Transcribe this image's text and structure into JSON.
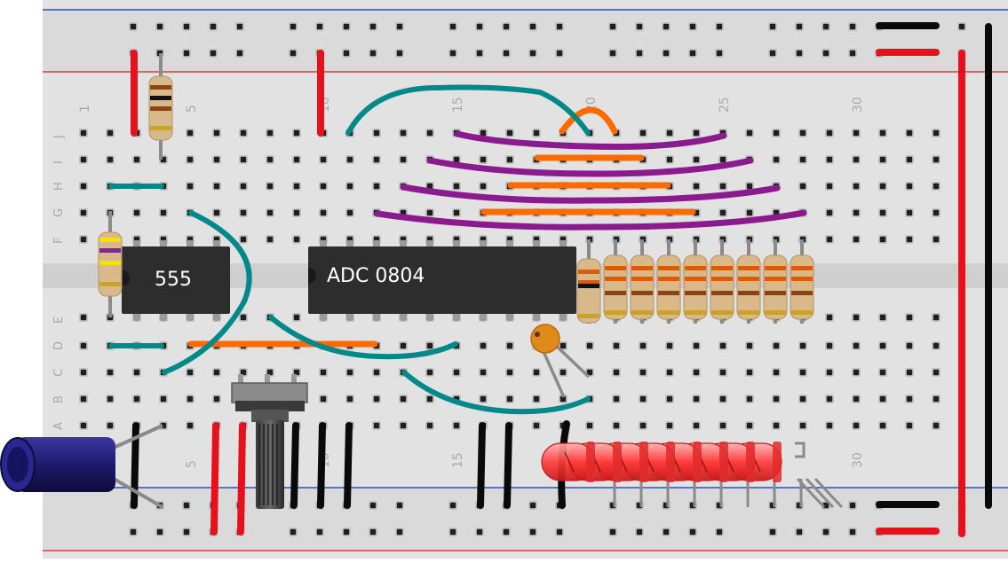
{
  "breadboard": {
    "column_labels": [
      "1",
      "5",
      "10",
      "15",
      "20",
      "25",
      "30"
    ],
    "row_labels_top": [
      "J",
      "I",
      "H",
      "G",
      "F"
    ],
    "row_labels_bottom": [
      "E",
      "D",
      "C",
      "B",
      "A"
    ]
  },
  "chips": {
    "timer_label": "555",
    "adc_label": "ADC 0804"
  },
  "colors": {
    "board": "#e0e0e0",
    "hole": "#1f1f1f",
    "rail_red": "#e53935",
    "rail_blue": "#1e4fd8",
    "wire_red": "#e8101a",
    "wire_black": "#0a0a0a",
    "wire_teal": "#00898a",
    "wire_purple": "#8a1a8e",
    "wire_orange": "#ff6a00",
    "chip": "#2d2d2d",
    "resistor_body": "#d9b98a",
    "led": "#ff3b3b",
    "capacitor": "#1e1b6e",
    "ceramic_cap": "#e08a1a"
  },
  "components": {
    "chips": 2,
    "resistors": 11,
    "leds": 8,
    "electrolytic_capacitor": 1,
    "ceramic_capacitor": 1,
    "potentiometer": 1
  }
}
